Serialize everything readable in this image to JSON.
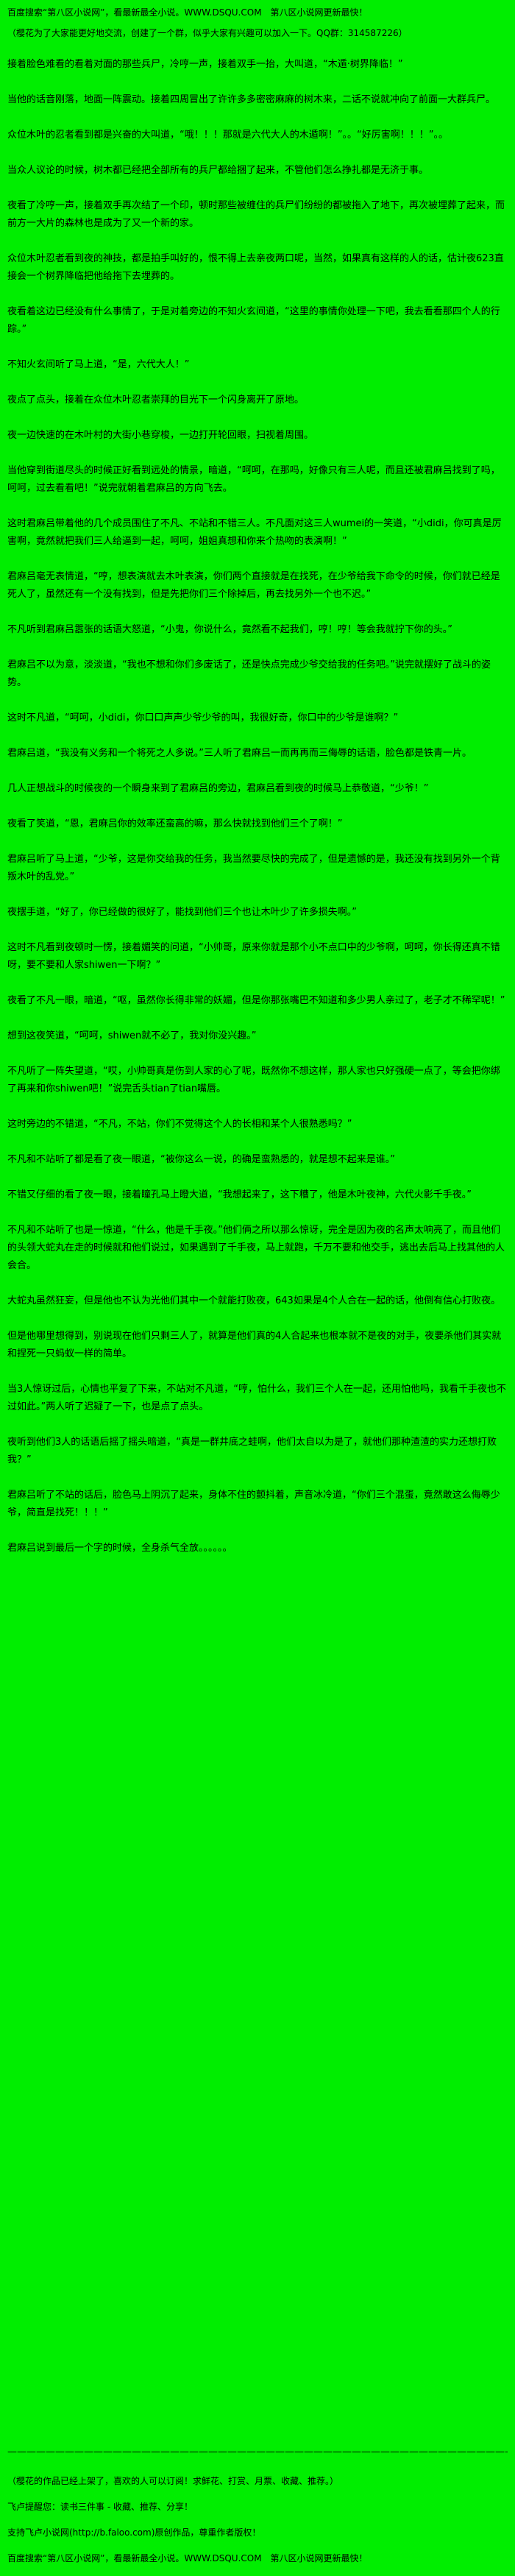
{
  "page": {
    "background_color": "#00EE00",
    "text_color": "#000000"
  },
  "header": {
    "promo": "百度搜索“第八区小说网”，看最新最全小说。WWW.DSQU.COM　第八区小说网更新最快！",
    "group_note": "（樱花为了大家能更好地交流，创建了一个群，似乎大家有兴趣可以加入一下。QQ群：314587226）"
  },
  "content": {
    "paragraphs": [
      "接着脸色难看的看着对面的那些兵尸，冷哼一声，接着双手一抬，大叫道，“木遁·树界降临！”",
      "当他的话音刚落，地面一阵震动。接着四周冒出了许许多多密密麻麻的树木来，二话不说就冲向了前面一大群兵尸。",
      "众位木叶的忍者看到都是兴奋的大叫道，“哦！！！那就是六代大人的木遁啊！”。。“好厉害啊！！！”。。",
      "当众人议论的时候，树木都已经把全部所有的兵尸都给捆了起来，不管他们怎么挣扎都是无济于事。",
      "夜看了冷哼一声，接着双手再次结了一个印，顿时那些被缠住的兵尸们纷纷的都被拖入了地下，再次被埋葬了起来，而前方一大片的森林也是成为了又一个新的家。",
      "众位木叶忍者看到夜的神技，都是拍手叫好的，恨不得上去亲夜两口呢，当然，如果真有这样的人的话，估计夜623直接会一个树界降临把他给拖下去埋葬的。",
      "夜看着这边已经没有什么事情了，于是对着旁边的不知火玄间道，“这里的事情你处理一下吧，我去看看那四个人的行踪。”",
      "不知火玄间听了马上道，“是，六代大人！”",
      "夜点了点头，接着在众位木叶忍者崇拜的目光下一个闪身离开了原地。",
      "夜一边快速的在木叶村的大街小巷穿梭，一边打开轮回眼，扫视着周围。",
      "当他穿到街道尽头的时候正好看到远处的情景，暗道，“呵呵，在那吗，好像只有三人呢，而且还被君麻吕找到了吗，呵呵，过去看看吧！”说完就朝着君麻吕的方向飞去。",
      "这时君麻吕带着他的几个成员围住了不凡、不站和不错三人。不凡面对这三人wumei的一笑道，“小didi，你可真是厉害啊，竟然就把我们三人给逼到一起，呵呵，姐姐真想和你来个热吻的表演啊！”",
      "君麻吕毫无表情道，“哼，想表演就去木叶表演，你们两个直接就是在找死，在少爷给我下命令的时候，你们就已经是死人了，虽然还有一个没有找到，但是先把你们三个除掉后，再去找另外一个也不迟。”",
      "不凡听到君麻吕嚣张的话语大怒道，“小鬼，你说什么，竟然看不起我们，哼！哼！等会我就拧下你的头。”",
      "君麻吕不以为意，淡淡道，“我也不想和你们多废话了，还是快点完成少爷交给我的任务吧。”说完就摆好了战斗的姿势。",
      "这时不凡道，“呵呵，小didi，你口口声声少爷少爷的叫，我很好奇，你口中的少爷是谁啊？”",
      "君麻吕道，“我没有义务和一个将死之人多说。”三人听了君麻吕一而再再而三侮辱的话语，脸色都是铁青一片。",
      "几人正想战斗的时候夜的一个瞬身来到了君麻吕的旁边，君麻吕看到夜的时候马上恭敬道，“少爷！”",
      "夜看了笑道，“恩，君麻吕你的效率还蛮高的嘛，那么快就找到他们三个了啊！”",
      "君麻吕听了马上道，“少爷，这是你交给我的任务，我当然要尽快的完成了，但是遗憾的是，我还没有找到另外一个背叛木叶的乱党。”",
      "夜摆手道，“好了，你已经做的很好了，能找到他们三个也让木叶少了许多损失啊。”",
      "这时不凡看到夜顿时一愣，接着媚笑的问道，“小帅哥，原来你就是那个小不点口中的少爷啊，呵呵，你长得还真不错呀，要不要和人家shiwen一下啊？”",
      "夜看了不凡一眼，暗道，“呕，虽然你长得非常的妖媚，但是你那张嘴巴不知道和多少男人亲过了，老子才不稀罕呢！”",
      "想到这夜笑道，“呵呵，shiwen就不必了，我对你没兴趣。”",
      "不凡听了一阵失望道，“哎，小帅哥真是伤到人家的心了呢，既然你不想这样，那人家也只好强硬一点了，等会把你绑了再来和你shiwen吧！”说完舌头tian了tian嘴唇。",
      "这时旁边的不错道，“不凡，不站，你们不觉得这个人的长相和某个人很熟悉吗？”",
      "不凡和不站听了都是看了夜一眼道，“被你这么一说，的确是蛮熟悉的，就是想不起来是谁。”",
      "不错又仔细的看了夜一眼，接着瞳孔马上瞪大道，“我想起来了，这下糟了，他是木叶夜神，六代火影千手夜。”",
      "不凡和不站听了也是一惊道，“什么，他是千手夜。”他们俩之所以那么惊讶，完全是因为夜的名声太响亮了，而且他们的头领大蛇丸在走的时候就和他们说过，如果遇到了千手夜，马上就跑，千万不要和他交手，逃出去后马上找其他的人会合。",
      "大蛇丸虽然狂妄，但是他也不认为光他们其中一个就能打败夜，643如果是4个人合在一起的话，他倒有信心打败夜。",
      "但是他哪里想得到，别说现在他们只剩三人了，就算是他们真的4人合起来也根本就不是夜的对手，夜要杀他们其实就和捏死一只蚂蚁一样的简单。",
      "当3人惊讶过后，心情也平复了下来，不站对不凡道，“哼，怕什么，我们三个人在一起，还用怕他吗，我看千手夜也不过如此。”两人听了迟疑了一下，也是点了点头。",
      "夜听到他们3人的话语后摇了摇头暗道，“真是一群井底之蛙啊，他们太自以为是了，就他们那种渣渣的实力还想打败我？”",
      "君麻吕听了不站的话后，脸色马上阴沉了起来，身体不住的颤抖着，声音冰冷道，“你们三个混蛋，竟然敢这么侮辱少爷，简直是找死！！！”",
      "君麻吕说到最后一个字的时候，全身杀气全放。。。。。。"
    ]
  },
  "footer": {
    "separator": "——————————————————————————————————————————————————————————————————————————",
    "author_note": "（樱花的作品已经上架了，喜欢的人可以订阅！求鲜花、打赏、月票、收藏、推荐。）",
    "reminder": "飞卢提醒您：读书三件事 - 收藏、推荐、分享！",
    "support": "支持飞卢小说网(http://b.faloo.com)原创作品，尊重作者版权！",
    "promo": "百度搜索“第八区小说网”，看最新最全小说。WWW.DSQU.COM　第八区小说网更新最快！"
  }
}
